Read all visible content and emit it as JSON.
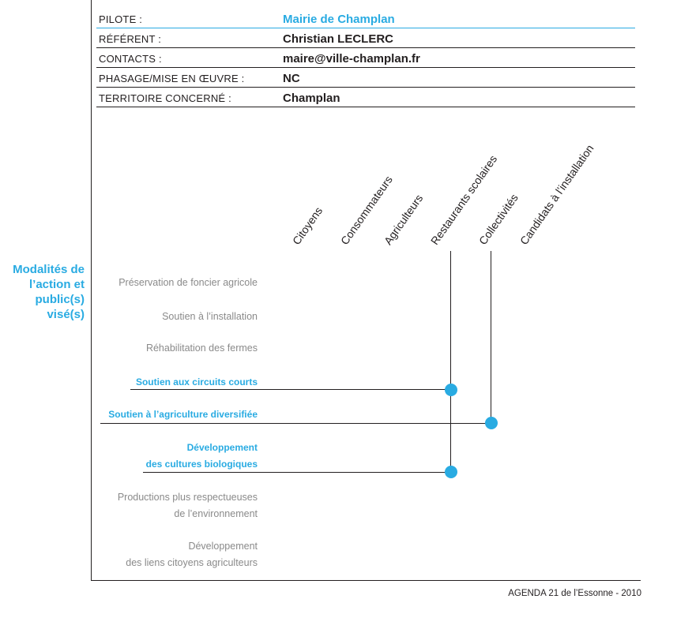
{
  "info": [
    {
      "label": "PILOTE :",
      "value": "Mairie de Champlan"
    },
    {
      "label": "RÉFÉRENT :",
      "value": "Christian LECLERC"
    },
    {
      "label": "CONTACTS :",
      "value": "maire@ville-champlan.fr"
    },
    {
      "label": "PHASAGE/MISE EN ŒUVRE :",
      "value": "NC"
    },
    {
      "label": "TERRITOIRE CONCERNÉ :",
      "value": "Champlan"
    }
  ],
  "section_title": "Modalités de l’action et public(s) visé(s)",
  "columns": [
    "Citoyens",
    "Consommateurs",
    "Agriculteurs",
    "Restaurants scolaires",
    "Collectivités",
    "Candidats à l’installation"
  ],
  "modalities": [
    {
      "line1": "Préservation de foncier agricole",
      "line2": "",
      "active": false
    },
    {
      "line1": "Soutien à l’installation",
      "line2": "",
      "active": false
    },
    {
      "line1": "Réhabilitation des fermes",
      "line2": "",
      "active": false
    },
    {
      "line1": "Soutien aux circuits courts",
      "line2": "",
      "active": true
    },
    {
      "line1": "Soutien à l’agriculture diversifiée",
      "line2": "",
      "active": true
    },
    {
      "line1": "Développement",
      "line2": "des cultures biologiques",
      "active": true
    },
    {
      "line1": "Productions plus respectueuses",
      "line2": "de l’environnement",
      "active": false
    },
    {
      "line1": "Développement",
      "line2": "des liens citoyens agriculteurs",
      "active": false
    }
  ],
  "links": [
    {
      "modality": "Soutien aux circuits courts",
      "public": "Restaurants scolaires"
    },
    {
      "modality": "Soutien à l’agriculture diversifiée",
      "public": "Collectivités"
    },
    {
      "modality": "Développement des cultures biologiques",
      "public": "Restaurants scolaires"
    }
  ],
  "colors": {
    "accent": "#29abe2",
    "text": "#231f20",
    "muted": "#8a8a8a"
  },
  "footer": "AGENDA 21 de l’Essonne - 2010"
}
